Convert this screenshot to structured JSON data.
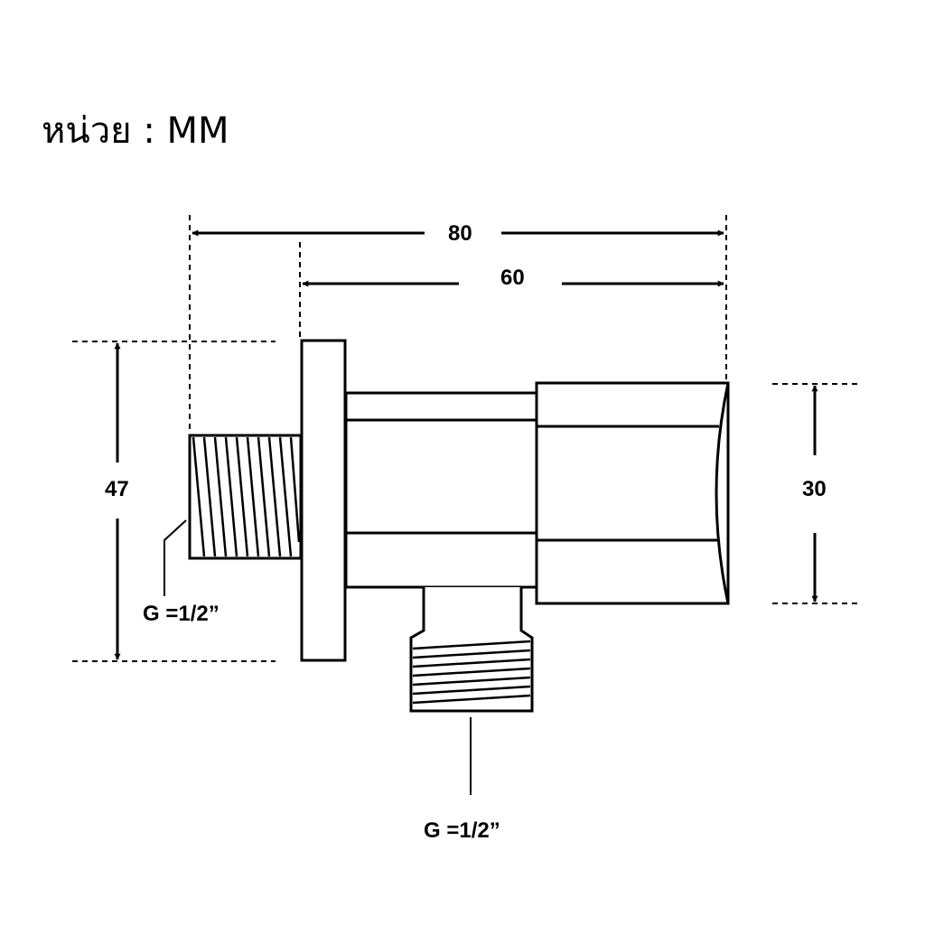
{
  "title": "หน่วย : MM",
  "dimensions": {
    "overall_length": "80",
    "body_length": "60",
    "flange_height": "47",
    "head_height": "30"
  },
  "threads": {
    "inlet": "G =1/2”",
    "outlet": "G =1/2”"
  },
  "colors": {
    "line": "#000000",
    "background": "#ffffff"
  }
}
